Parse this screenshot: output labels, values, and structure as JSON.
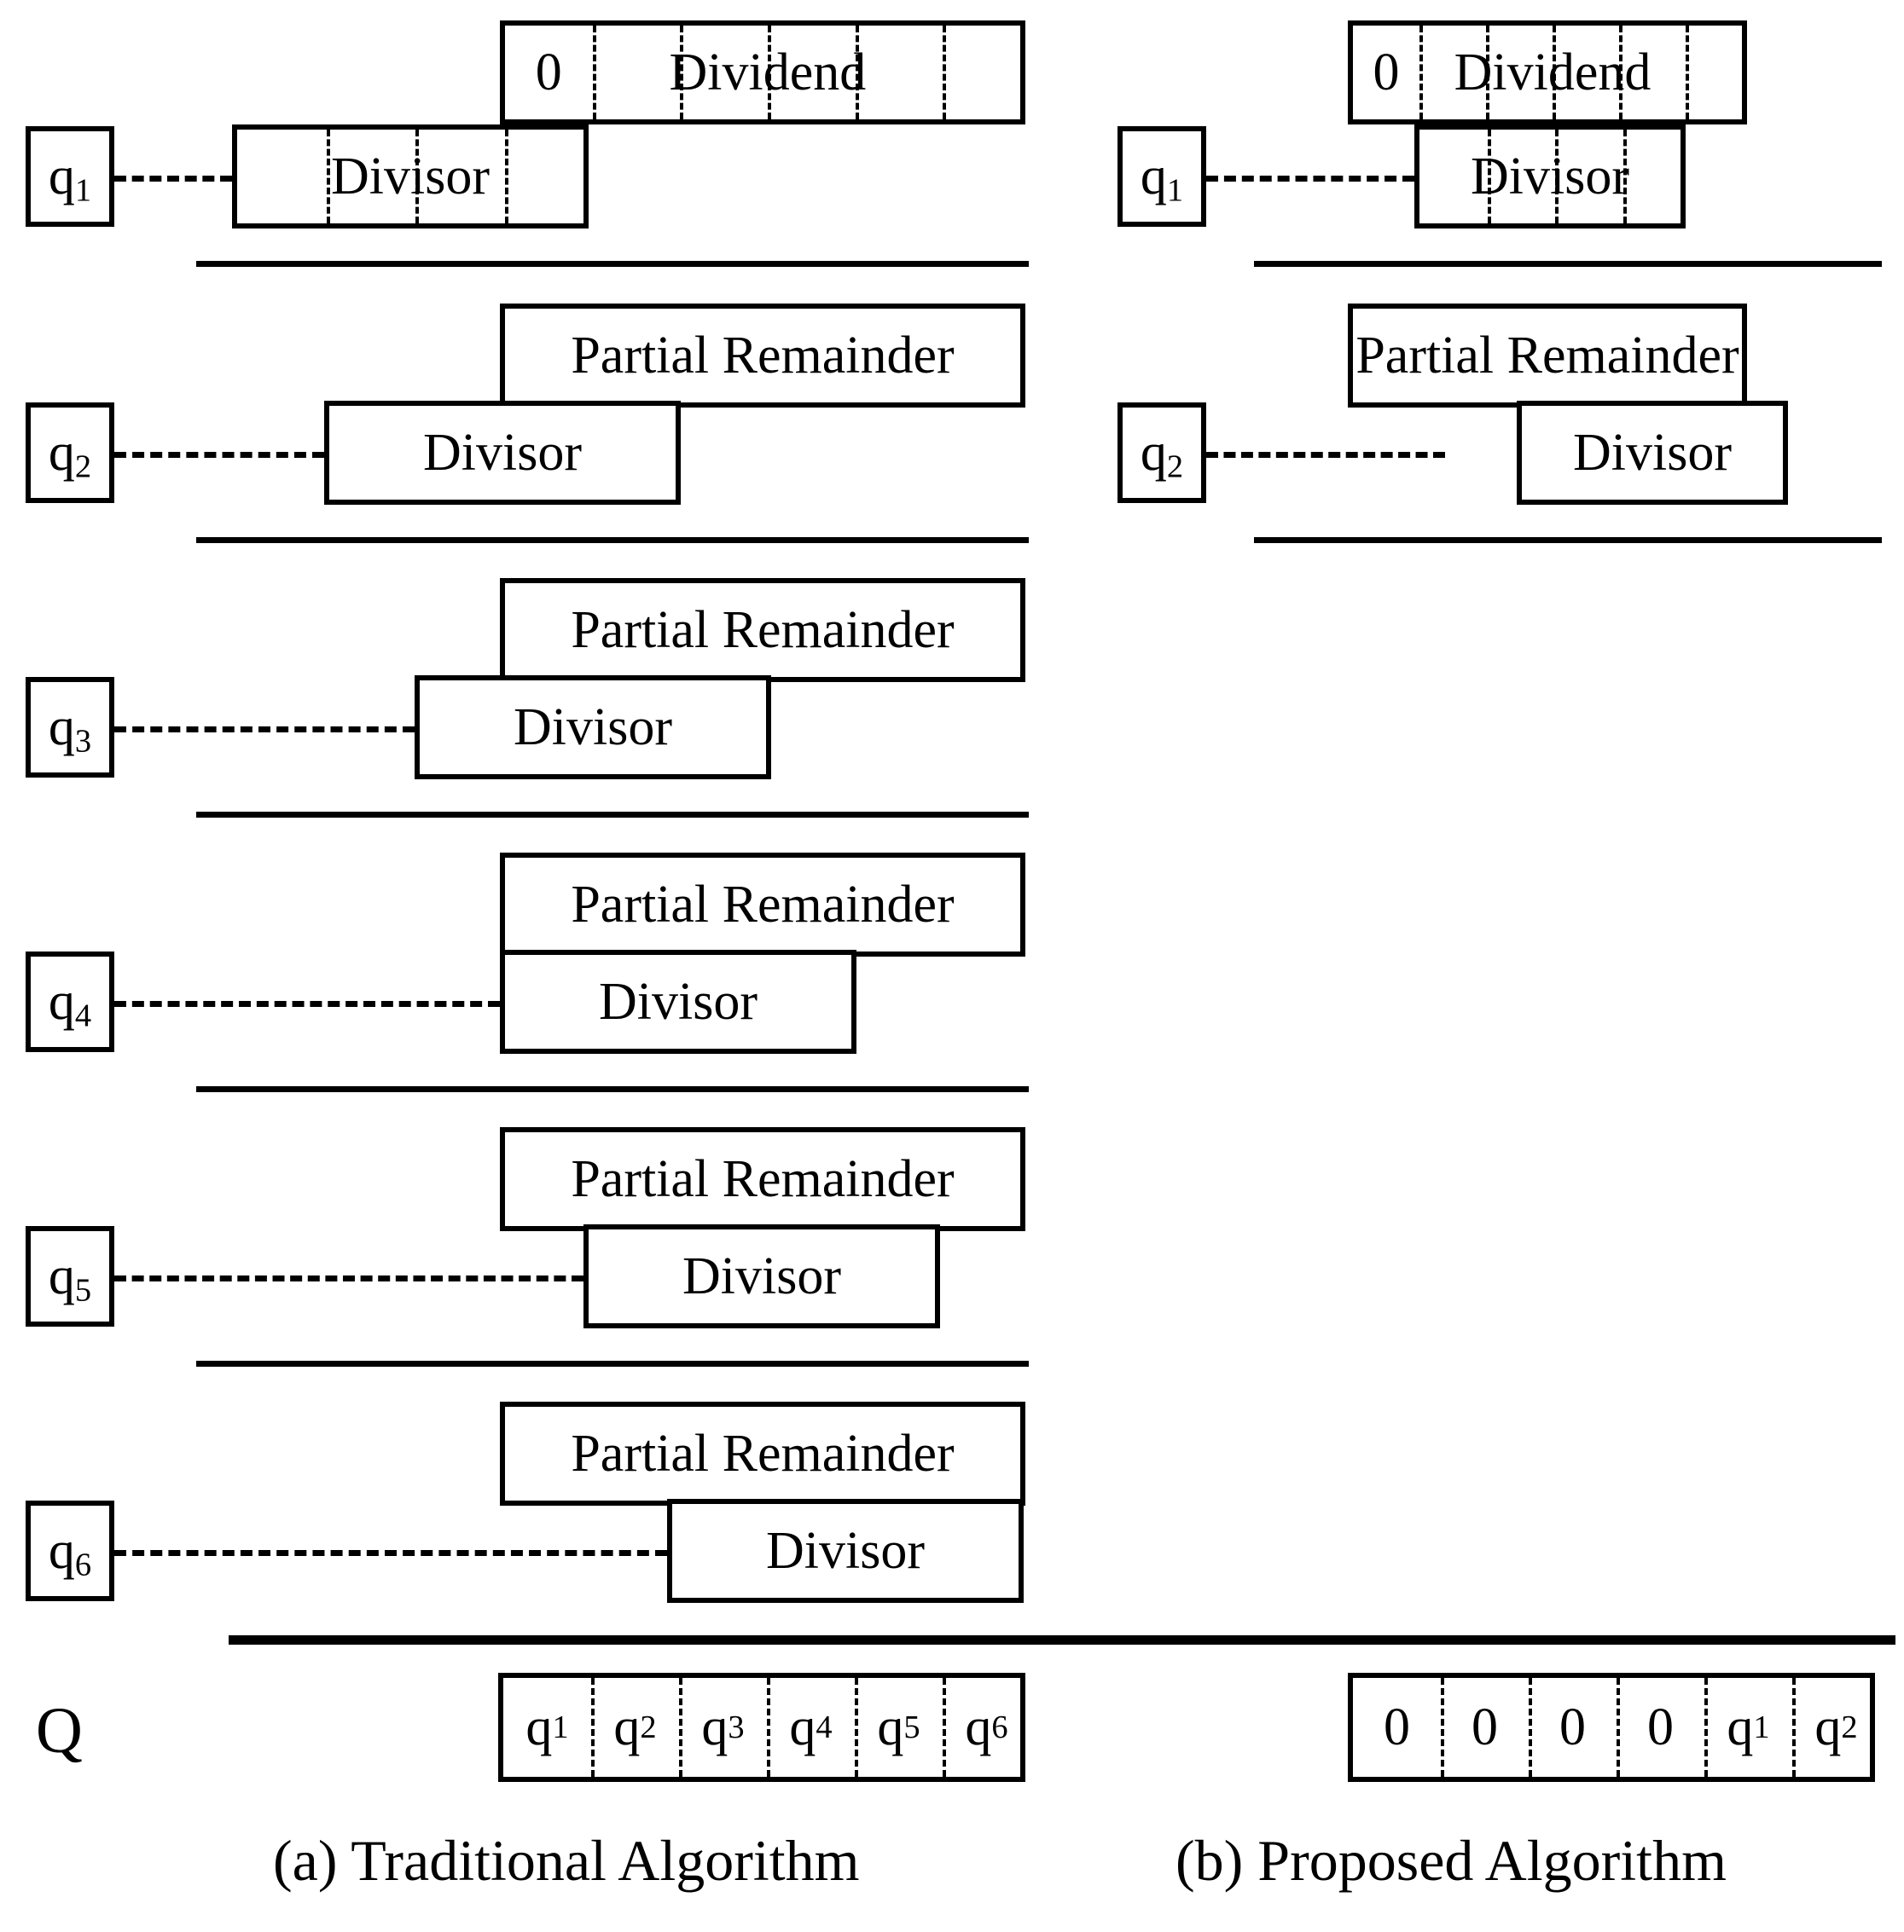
{
  "figure": {
    "panels": [
      {
        "id": "traditional",
        "caption": "(a) Traditional Algorithm",
        "stages": [
          {
            "quotient_label": "q",
            "quotient_sub": "1",
            "top_box": {
              "cells": [
                "0",
                "Dividend",
                "",
                "",
                "",
                ""
              ],
              "label": "Dividend",
              "zero": "0"
            },
            "bottom_box": {
              "label": "Divisor"
            }
          },
          {
            "quotient_label": "q",
            "quotient_sub": "2",
            "top_box": {
              "label": "Partial Remainder"
            },
            "bottom_box": {
              "label": "Divisor"
            }
          },
          {
            "quotient_label": "q",
            "quotient_sub": "3",
            "top_box": {
              "label": "Partial Remainder"
            },
            "bottom_box": {
              "label": "Divisor"
            }
          },
          {
            "quotient_label": "q",
            "quotient_sub": "4",
            "top_box": {
              "label": "Partial Remainder"
            },
            "bottom_box": {
              "label": "Divisor"
            }
          },
          {
            "quotient_label": "q",
            "quotient_sub": "5",
            "top_box": {
              "label": "Partial Remainder"
            },
            "bottom_box": {
              "label": "Divisor"
            }
          },
          {
            "quotient_label": "q",
            "quotient_sub": "6",
            "top_box": {
              "label": "Partial Remainder"
            },
            "bottom_box": {
              "label": "Divisor"
            }
          }
        ],
        "result": {
          "row_label": "Q",
          "cells": [
            "q1",
            "q2",
            "q3",
            "q4",
            "q5",
            "q6"
          ]
        }
      },
      {
        "id": "proposed",
        "caption": "(b) Proposed Algorithm",
        "stages": [
          {
            "quotient_label": "q",
            "quotient_sub": "1",
            "top_box": {
              "cells": [
                "0",
                "Dividend",
                "",
                "",
                "",
                ""
              ],
              "label": "Dividend",
              "zero": "0"
            },
            "bottom_box": {
              "label": "Divisor"
            }
          },
          {
            "quotient_label": "q",
            "quotient_sub": "2",
            "top_box": {
              "label": "Partial Remainder"
            },
            "bottom_box": {
              "label": "Divisor"
            }
          }
        ],
        "result": {
          "row_label": "",
          "cells": [
            "0",
            "0",
            "0",
            "0",
            "q1",
            "q2"
          ]
        }
      }
    ],
    "labels": {
      "dividend": "Dividend",
      "divisor": "Divisor",
      "partial_remainder": "Partial Remainder",
      "zero": "0",
      "q_row": "Q"
    },
    "colors": {
      "ink": "#000000",
      "paper": "#ffffff"
    }
  }
}
